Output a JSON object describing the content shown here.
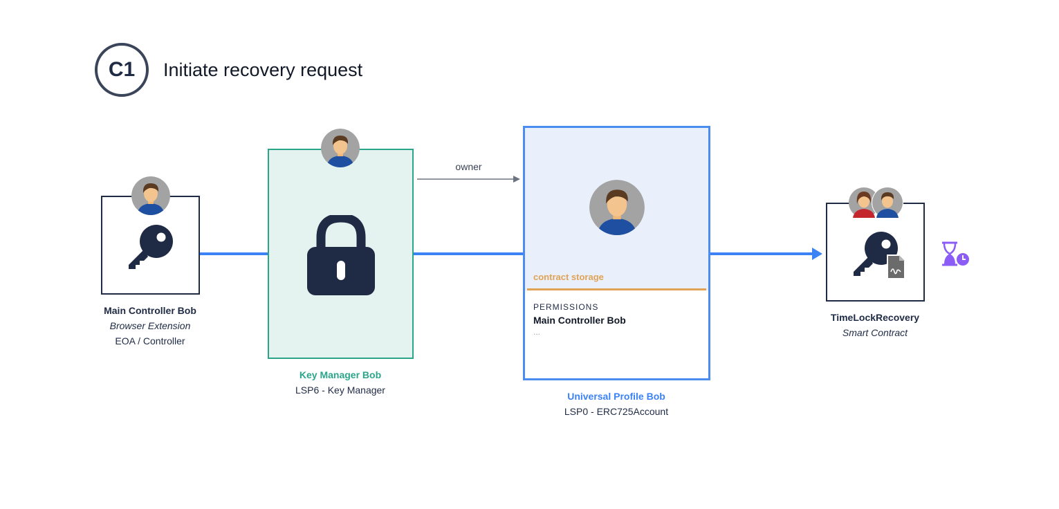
{
  "header": {
    "step_badge": "C1",
    "title": "Initiate recovery request"
  },
  "colors": {
    "flow_line": "#3b82f6",
    "key_manager": "#2aa58a",
    "universal_profile": "#3b82f6",
    "contract_storage": "#e0a255",
    "timelock_icon": "#8b5cf6"
  },
  "nodes": {
    "controller": {
      "name": "Main Controller Bob",
      "subtitle": "Browser Extension",
      "type": "EOA / Controller",
      "icon": "key-icon"
    },
    "key_manager": {
      "name": "Key Manager Bob",
      "type": "LSP6 - Key Manager",
      "icon": "lock-icon"
    },
    "universal_profile": {
      "name": "Universal Profile Bob",
      "type": "LSP0 - ERC725Account",
      "storage_label": "contract storage",
      "permissions_heading": "PERMISSIONS",
      "permissions_entry": "Main Controller Bob",
      "permissions_more": "..."
    },
    "timelock": {
      "name": "TimeLockRecovery",
      "type": "Smart Contract",
      "icon": "key-contract-icon",
      "side_icon": "hourglass-clock-icon"
    }
  },
  "edges": {
    "owner_label": "owner"
  }
}
